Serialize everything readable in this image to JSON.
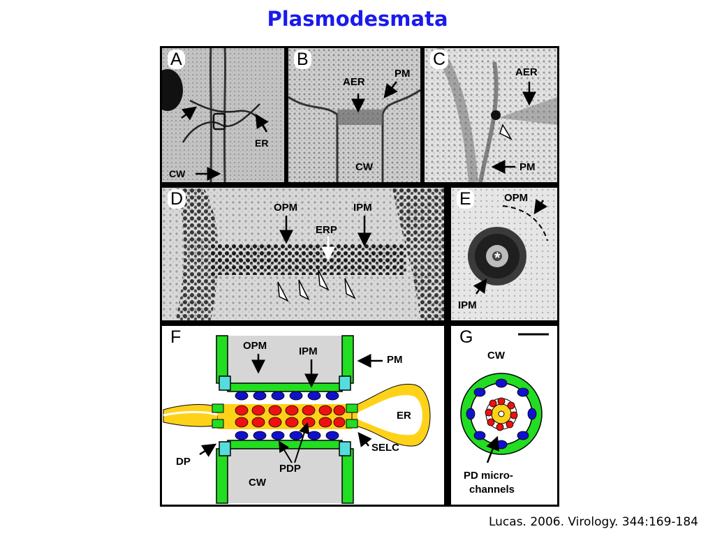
{
  "slide": {
    "title": "Plasmodesmata",
    "citation": "Lucas. 2006. Virology. 344:169-184"
  },
  "panels": {
    "A": {
      "letter": "A",
      "labels": {
        "er": "ER",
        "cw": "CW"
      }
    },
    "B": {
      "letter": "B",
      "labels": {
        "aer": "AER",
        "pm": "PM",
        "cw": "CW"
      }
    },
    "C": {
      "letter": "C",
      "labels": {
        "aer": "AER",
        "pm": "PM"
      }
    },
    "D": {
      "letter": "D",
      "labels": {
        "opm": "OPM",
        "erp": "ERP",
        "ipm": "IPM"
      }
    },
    "E": {
      "letter": "E",
      "labels": {
        "opm": "OPM",
        "ipm": "IPM",
        "star": "*"
      }
    },
    "F": {
      "letter": "F",
      "labels": {
        "opm": "OPM",
        "ipm": "IPM",
        "pm": "PM",
        "er": "ER",
        "selc": "SELC",
        "dp": "DP",
        "pdp": "PDP",
        "cw": "CW"
      }
    },
    "G": {
      "letter": "G",
      "labels": {
        "cw": "CW",
        "micro_1": "PD micro-",
        "micro_2": "channels"
      }
    }
  },
  "colors": {
    "title": "#1a1aee",
    "wall_green": "#22dd22",
    "er_yellow": "#ffd21a",
    "protein_red": "#ee1111",
    "protein_blue": "#1111cc",
    "selc_cyan": "#55dddd",
    "cytoplasm_gray": "#d6d6d6"
  }
}
